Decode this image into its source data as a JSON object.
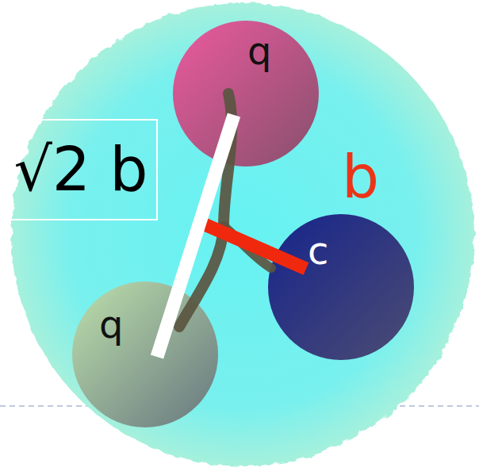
{
  "diagram": {
    "nodes": [
      {
        "text": [
          "q"
        ]
      },
      {
        "text": [
          "√2 b"
        ]
      },
      {
        "text": [
          "c"
        ]
      },
      {
        "text": [
          "q"
        ]
      }
    ],
    "edges": [
      {
        "from": 0,
        "to": 3,
        "arrow": "none"
      }
    ],
    "labels": [
      "b"
    ]
  }
}
